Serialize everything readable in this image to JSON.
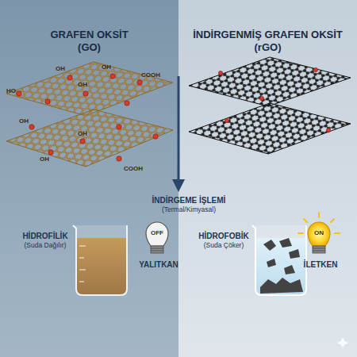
{
  "diagram": {
    "nodes": [
      {
        "text": [
          "GRAFEN OKSİT (GO)"
        ]
      },
      {
        "text": [
          "İNDİRGENMİŞ GRAFEN OKSİT (rGO)"
        ]
      }
    ],
    "labels": [
      "OH",
      "OH",
      "COOH",
      "HO",
      "OH",
      "OH",
      "OH",
      "COOH",
      "OH",
      "İNDİRGEME İŞLEMİ",
      "(Termal/Kimyasal)",
      "HİDROFİLİK",
      "(Suda Dağılır)",
      "OFF",
      "YALITKAN",
      "HİDROFOBİK",
      "(Suda Çöker)",
      "ON",
      "İLETKEN"
    ]
  }
}
